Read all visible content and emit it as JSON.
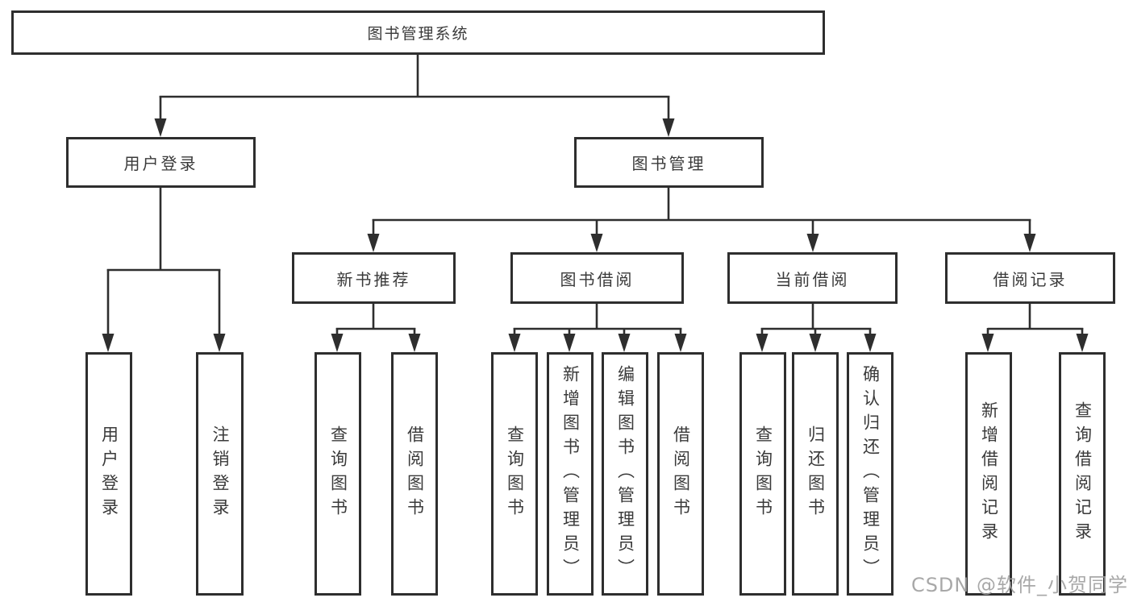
{
  "diagram": {
    "title": "图书管理系统",
    "root": {
      "label": "图书管理系统"
    },
    "level2": [
      {
        "id": "user-login",
        "label": "用户登录"
      },
      {
        "id": "book-management",
        "label": "图书管理"
      }
    ],
    "level3": [
      {
        "id": "new-book-recommend",
        "label": "新书推荐"
      },
      {
        "id": "book-borrowing",
        "label": "图书借阅"
      },
      {
        "id": "current-borrowing",
        "label": "当前借阅"
      },
      {
        "id": "borrowing-records",
        "label": "借阅记录"
      }
    ],
    "leaves": {
      "user_login": [
        "用户登录",
        "注销登录"
      ],
      "new_book_recommend": [
        "查询图书",
        "借阅图书"
      ],
      "book_borrowing": [
        "查询图书",
        "新增图书（管理员）",
        "编辑图书（管理员）",
        "借阅图书"
      ],
      "current_borrowing": [
        "查询图书",
        "归还图书",
        "确认归还（管理员）"
      ],
      "borrowing_records": [
        "新增借阅记录",
        "查询借阅记录"
      ]
    }
  },
  "watermark": {
    "text": "CSDN @软件_小贺同学",
    "color": "#9e9e9e"
  },
  "colors": {
    "line": "#2e2e2e",
    "border": "#2e2e2e",
    "text": "#3a3a3a",
    "background": "#ffffff"
  }
}
